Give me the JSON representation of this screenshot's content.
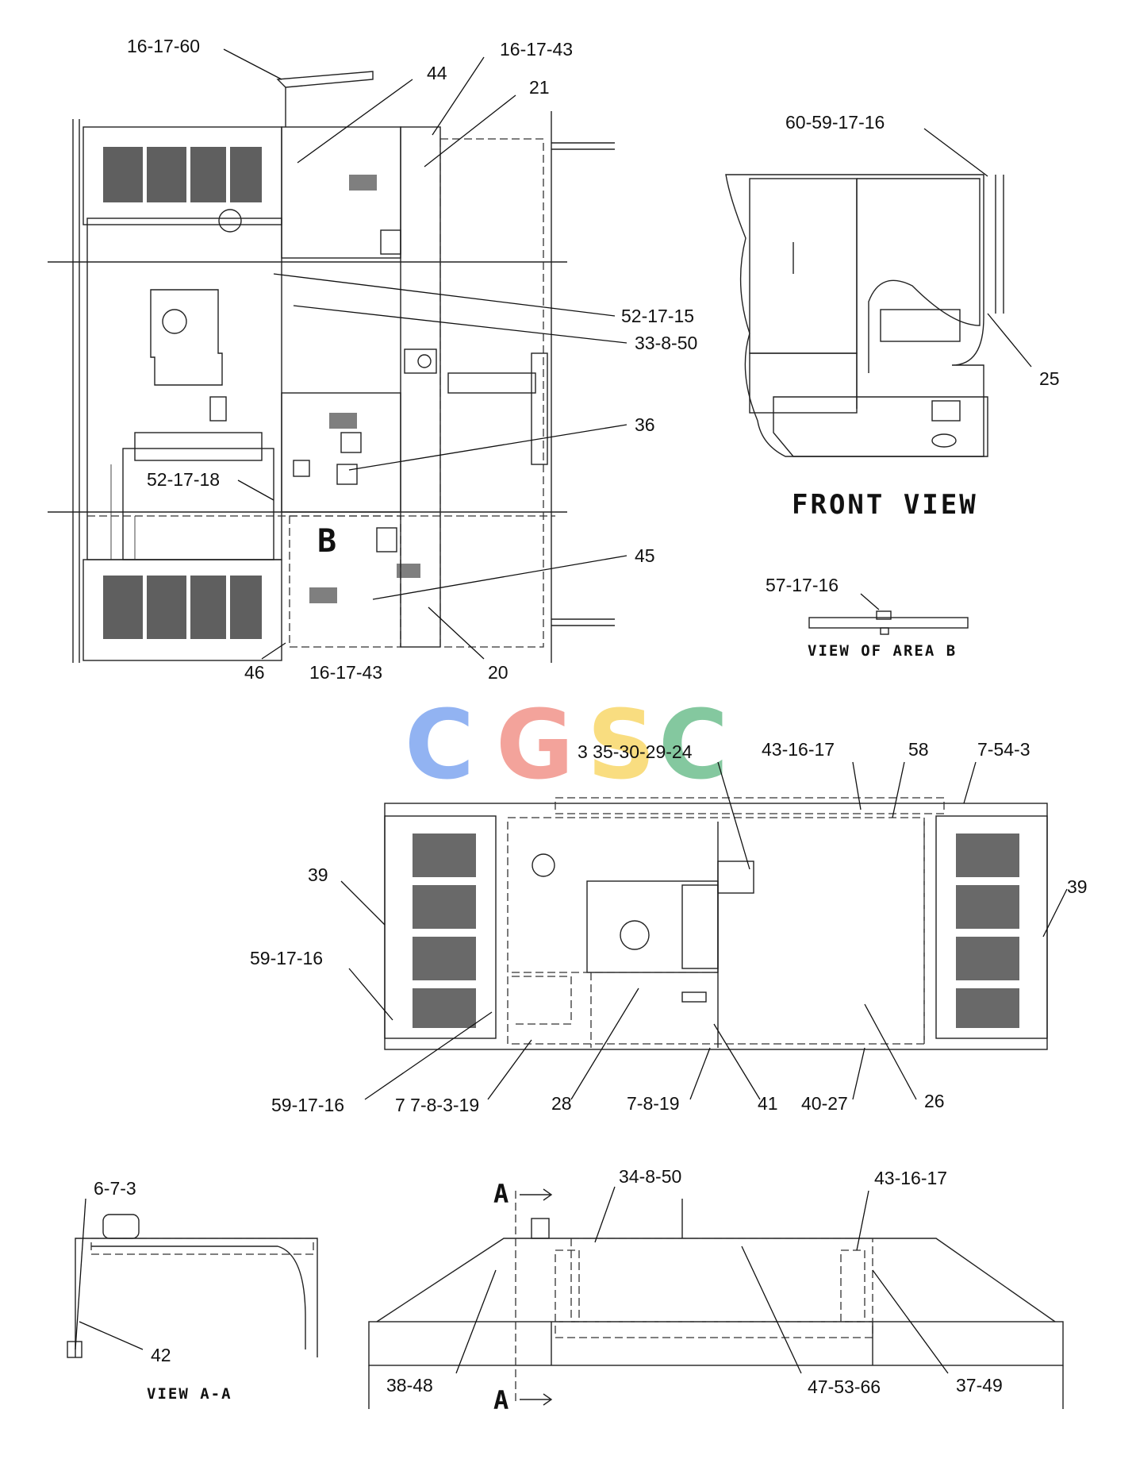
{
  "logo": {
    "letters": [
      "C",
      "G",
      "S",
      "C"
    ],
    "colors": [
      "#7fa6f0",
      "#f1938a",
      "#f8d86a",
      "#6fbf8f"
    ]
  },
  "view_titles": {
    "front": "FRONT VIEW",
    "area_b": "VIEW OF AREA B",
    "section_aa": "VIEW A-A"
  },
  "section_markers": {
    "a_top": "A",
    "a_bottom": "A",
    "area_letter": "B"
  },
  "callouts": {
    "top_view": [
      "16-17-60",
      "16-17-43",
      "44",
      "21",
      "52-17-15",
      "33-8-50",
      "36",
      "52-17-18",
      "45",
      "46",
      "16-17-43",
      "20"
    ],
    "front_view": [
      "60-59-17-16",
      "25"
    ],
    "area_b": [
      "57-17-16"
    ],
    "plan_view": [
      "3 35-30-29-24",
      "43-16-17",
      "58",
      "7-54-3",
      "39",
      "39",
      "59-17-16",
      "59-17-16",
      "7 7-8-3-19",
      "28",
      "7-8-19",
      "41",
      "40-27",
      "26"
    ],
    "section_view": [
      "6-7-3",
      "42"
    ],
    "side_view": [
      "34-8-50",
      "43-16-17",
      "38-48",
      "47-53-66",
      "37-49"
    ]
  }
}
